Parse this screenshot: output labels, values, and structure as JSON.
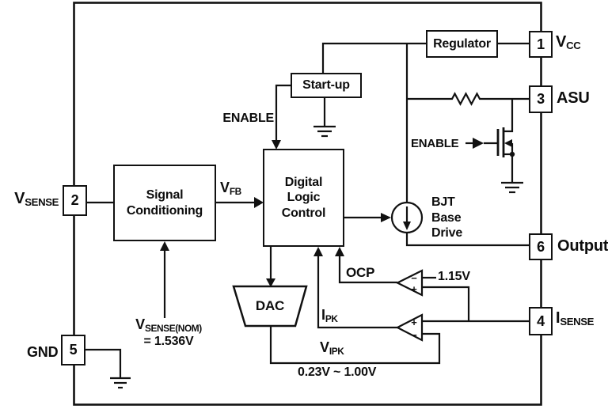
{
  "blocks": {
    "regulator": "Regulator",
    "startup": "Start-up",
    "signal_conditioning": "Signal Conditioning",
    "digital_logic_control": "Digital Logic Control",
    "dac": "DAC",
    "bjt_base_drive": "BJT Base Drive"
  },
  "pins": {
    "vcc": {
      "number": "1",
      "label": "V",
      "sub": "CC"
    },
    "asu": {
      "number": "3",
      "label": "ASU",
      "sub": ""
    },
    "output": {
      "number": "6",
      "label": "Output",
      "sub": ""
    },
    "isense": {
      "number": "4",
      "label": "I",
      "sub": "SENSE"
    },
    "vsense": {
      "number": "2",
      "label": "V",
      "sub": "SENSE"
    },
    "gnd": {
      "number": "5",
      "label": "GND",
      "sub": ""
    }
  },
  "signals": {
    "enable_startup": "ENABLE",
    "enable_mosfet": "ENABLE",
    "vfb": {
      "label": "V",
      "sub": "FB"
    },
    "ocp": "OCP",
    "ipk": {
      "label": "I",
      "sub": "PK"
    },
    "vipk": {
      "label": "V",
      "sub": "IPK"
    },
    "ocp_reference": "1.15V",
    "vipk_range": "0.23V ~ 1.00V",
    "vsense_nom": {
      "label": "V",
      "sub": "SENSE(NOM)",
      "value": "= 1.536V"
    }
  },
  "comparators": {
    "ocp": {
      "input_top": "−",
      "input_bottom": "+"
    },
    "ipk": {
      "input_top": "+",
      "input_bottom": "−"
    }
  },
  "colors": {
    "line": "#111111",
    "background": "#ffffff"
  }
}
